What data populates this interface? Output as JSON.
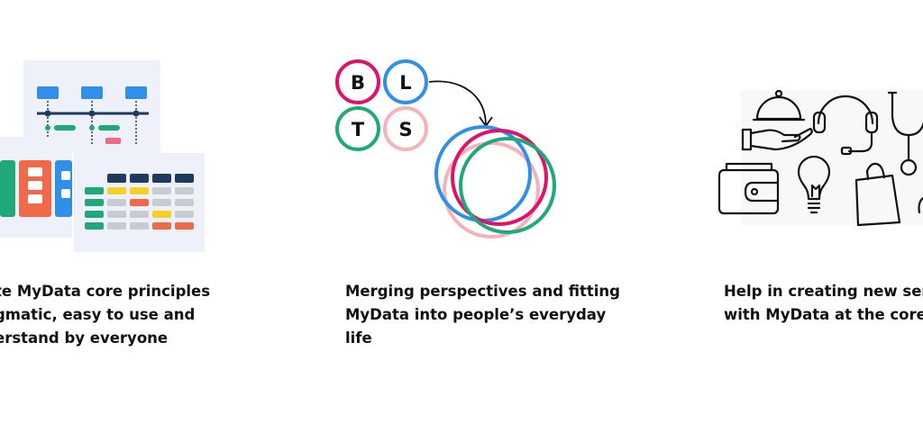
{
  "features": [
    {
      "id": "core-principles",
      "illustration": "timeline-and-grid-cards-illustration",
      "lines": [
        "te MyData core principles",
        "gmatic, easy to use and",
        "erstand by everyone"
      ]
    },
    {
      "id": "merging-perspectives",
      "illustration": "overlapping-circles-illustration",
      "letters": [
        "B",
        "L",
        "T",
        "S"
      ],
      "lines": [
        "Merging perspectives and fitting",
        "MyData into people’s everyday",
        "life"
      ]
    },
    {
      "id": "new-services",
      "illustration": "service-icons-illustration",
      "icons": [
        "cloche-hand-icon",
        "headset-icon",
        "stethoscope-icon",
        "wallet-icon",
        "lightbulb-icon",
        "shopping-bag-icon"
      ],
      "lines": [
        "Help in creating new ser",
        "with MyData at the core"
      ]
    }
  ],
  "colors": {
    "blue": "#2f8fe9",
    "navy": "#1e3a5f",
    "green": "#1fa87a",
    "pink": "#e0106b",
    "light_pink": "#f4b3b8",
    "red": "#f06a4a",
    "yellow": "#f5cf2a",
    "light_bg": "#eef1f9"
  }
}
